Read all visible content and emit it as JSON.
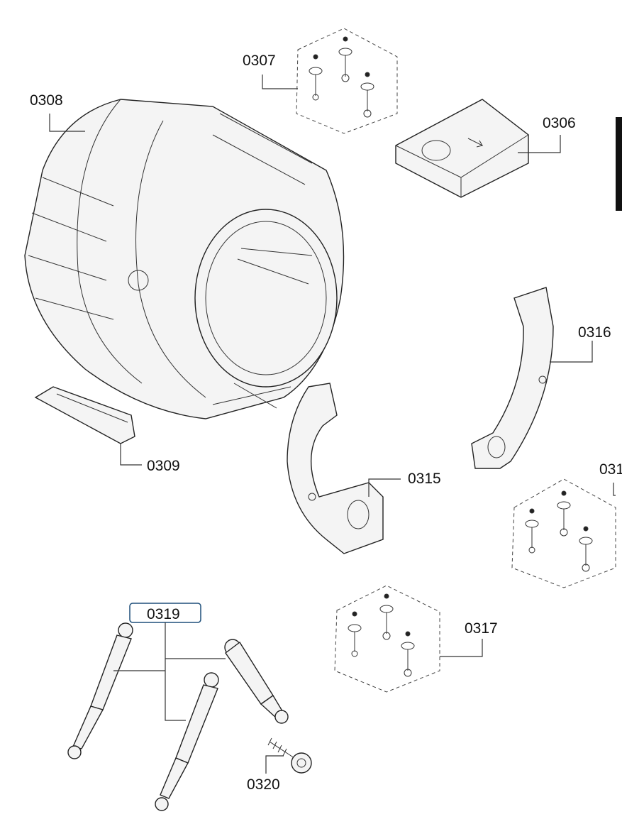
{
  "diagram": {
    "labels": {
      "p0306": "0306",
      "p0307": "0307",
      "p0308": "0308",
      "p0309": "0309",
      "p0315": "0315",
      "p0316": "0316",
      "p0317": "0317",
      "p0318_partial": "031",
      "p0319": "0319",
      "p0320": "0320"
    },
    "highlight_color": "#1e4f7a"
  }
}
